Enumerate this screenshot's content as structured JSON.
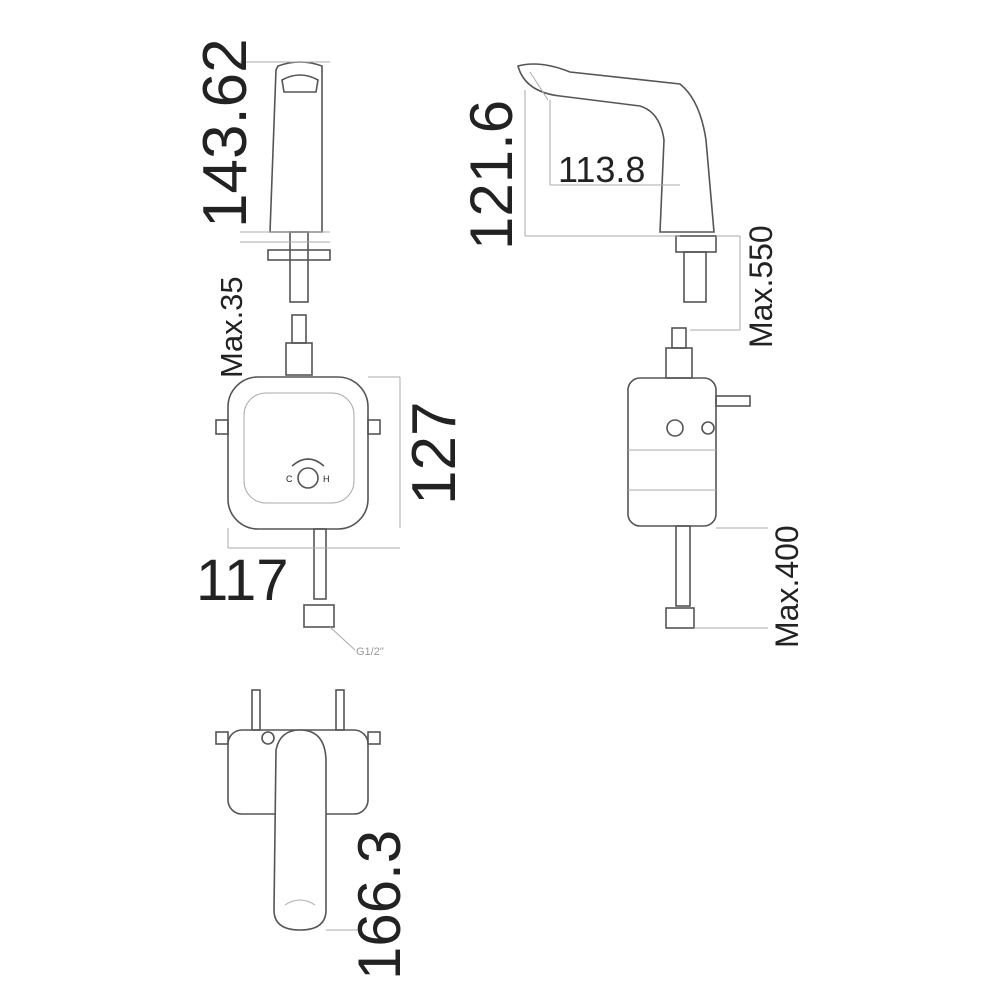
{
  "dimensions": {
    "front_height": "143.62",
    "front_max_depth": "Max.35",
    "box_height": "127",
    "box_width": "117",
    "side_height": "121.6",
    "spout_reach": "113.8",
    "side_max_hose": "Max.550",
    "side_max_outlet": "Max.400",
    "top_length": "166.3"
  },
  "labels": {
    "thread": "G1/2\"",
    "cold": "C",
    "hot": "H"
  }
}
